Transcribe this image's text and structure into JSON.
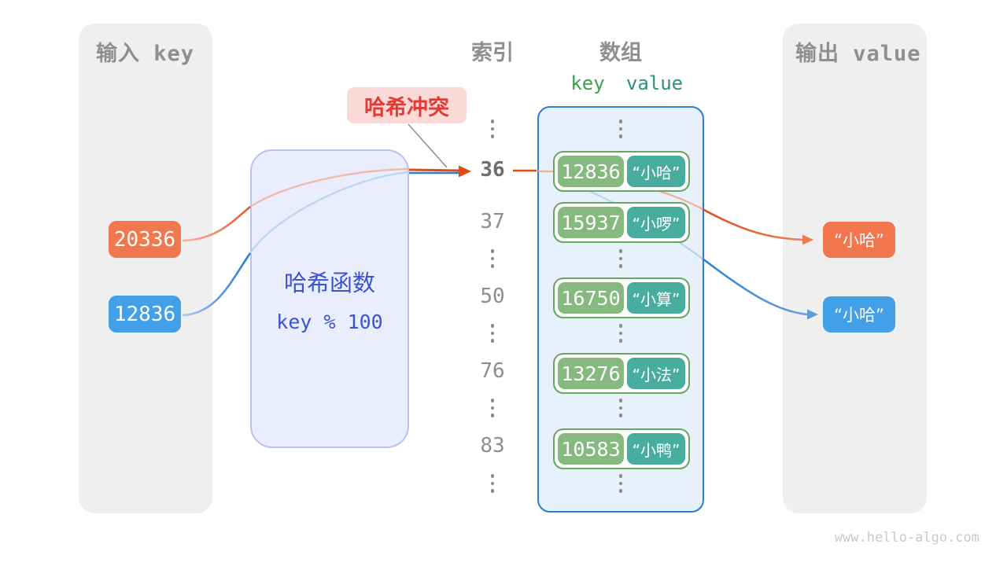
{
  "input_panel": {
    "title": "输入 key",
    "keys": [
      "20336",
      "12836"
    ]
  },
  "hash_function": {
    "title": "哈希函数",
    "formula": "key % 100"
  },
  "collision_badge": {
    "label": "哈希冲突"
  },
  "index_column": {
    "title": "索引",
    "rows": [
      "⋮",
      "36",
      "37",
      "⋮",
      "50",
      "⋮",
      "76",
      "⋮",
      "83",
      "⋮"
    ]
  },
  "array_panel": {
    "title": "数组",
    "key_header": "key",
    "value_header": "value",
    "pairs": [
      {
        "key": "12836",
        "value": "“小哈”"
      },
      {
        "key": "15937",
        "value": "“小啰”"
      },
      {
        "key": "16750",
        "value": "“小算”"
      },
      {
        "key": "13276",
        "value": "“小法”"
      },
      {
        "key": "10583",
        "value": "“小鸭”"
      }
    ]
  },
  "output_panel": {
    "title": "输出 value",
    "values": [
      "“小哈”",
      "“小哈”"
    ]
  },
  "watermark": "www.hello-algo.com",
  "colors": {
    "input_key_orange": "#f2774e",
    "input_key_blue": "#41a0e8",
    "key_green": "#85b97f",
    "value_teal": "#48ad9f",
    "pair_border_green": "#69a663",
    "array_fill": "#e6f1fb",
    "array_border_blue": "#2b7ed3",
    "hash_box_fill": "#eaedfb",
    "hash_box_border": "#b8c2ee",
    "hash_text_blue": "#3a53d0",
    "badge_bg": "#fbd9d7",
    "badge_text_red": "#e23a35",
    "panel_gray": "#efefef",
    "title_gray": "#8f8f8f",
    "arrow_orange": "#e14b15",
    "arrow_blue": "#2b7fd5"
  }
}
